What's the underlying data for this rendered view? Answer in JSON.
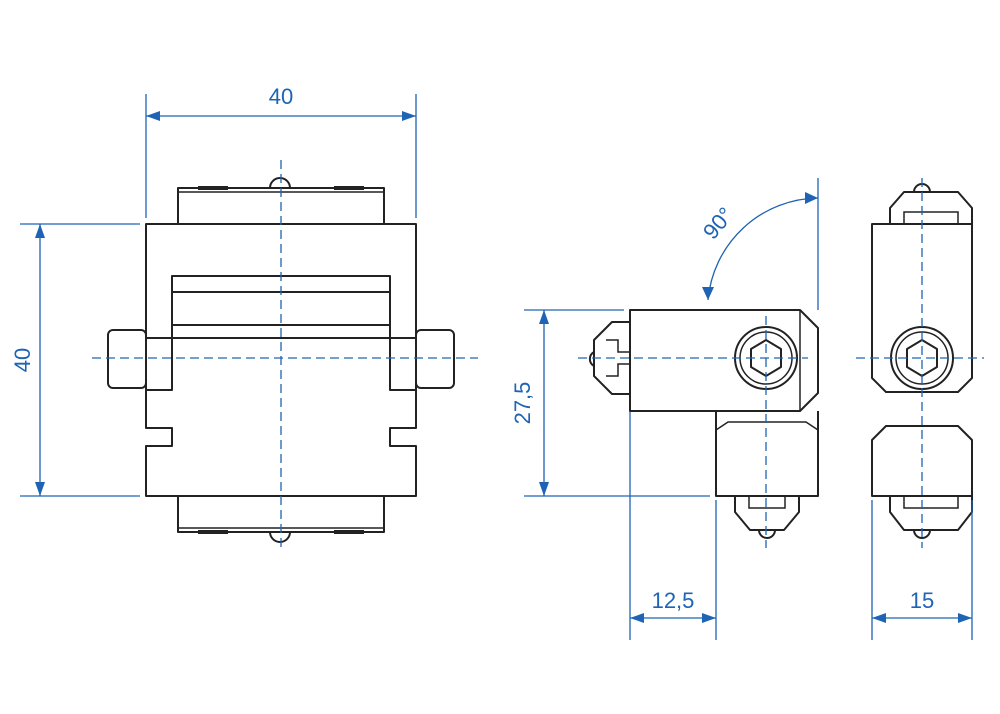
{
  "dimensions": {
    "front_width": "40",
    "front_height": "40",
    "side_height": "27,5",
    "side_offset": "12,5",
    "end_width": "15",
    "angle": "90°"
  },
  "colors": {
    "dimension_blue": "#1e63b4",
    "outline": "#222222"
  }
}
